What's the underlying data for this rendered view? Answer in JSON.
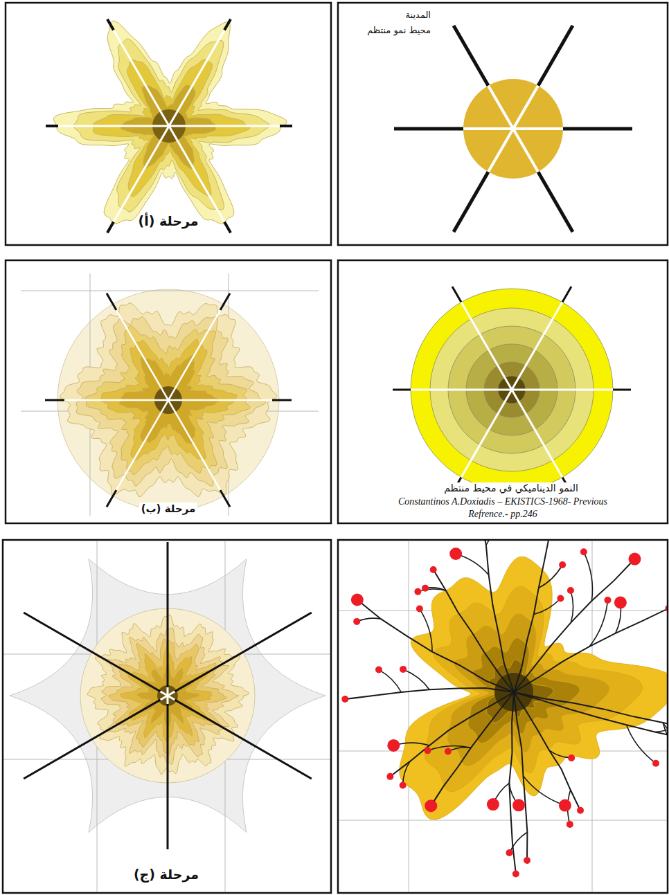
{
  "diagram": {
    "labels": [
      "المدينة",
      "محيط نمو منتظم",
      "مرحلة (أ)",
      "النمو الديناميكي في محيط منتظم",
      "Constantinos A.Doxiadis – EKISTICS-1968- Previous Refrence.- pp.246",
      "مرحلة (ب)",
      "مرحلة (ج)"
    ]
  }
}
